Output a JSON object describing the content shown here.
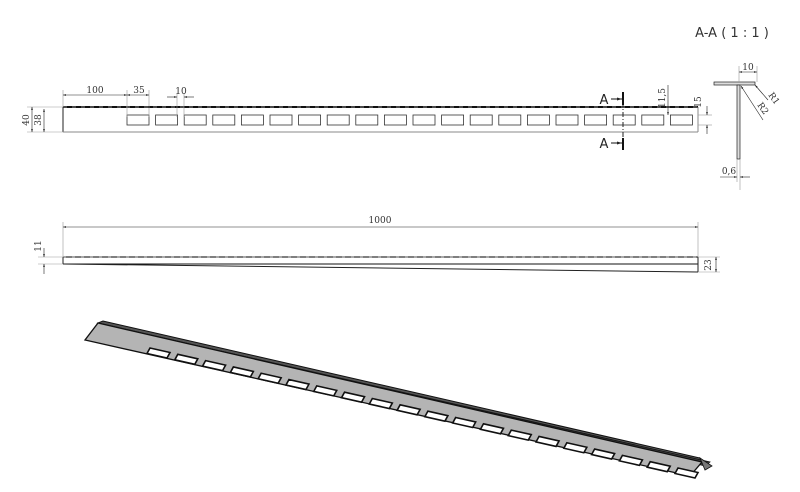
{
  "section_title": "A-A ( 1 : 1 )",
  "section_markers": {
    "top": "A",
    "bottom": "A"
  },
  "top_view": {
    "dims": {
      "overall_height": "40",
      "inner_height": "38",
      "first_slot_offset": "100",
      "slot_length": "35",
      "slot_gap": "10",
      "slot_top_offset": "11,5",
      "slot_height_right": "15"
    },
    "slot_count": 20
  },
  "section_view": {
    "dims": {
      "flange_width": "10",
      "outer_radius": "R1",
      "inner_radius": "R2",
      "thickness": "0,6"
    }
  },
  "side_view": {
    "dims": {
      "length": "1000",
      "left_height": "11",
      "right_height": "23"
    }
  },
  "iso_view": {
    "slot_count": 20,
    "colors": {
      "face": "#b4b4b4",
      "flange": "#555555",
      "edge": "#111111"
    }
  }
}
